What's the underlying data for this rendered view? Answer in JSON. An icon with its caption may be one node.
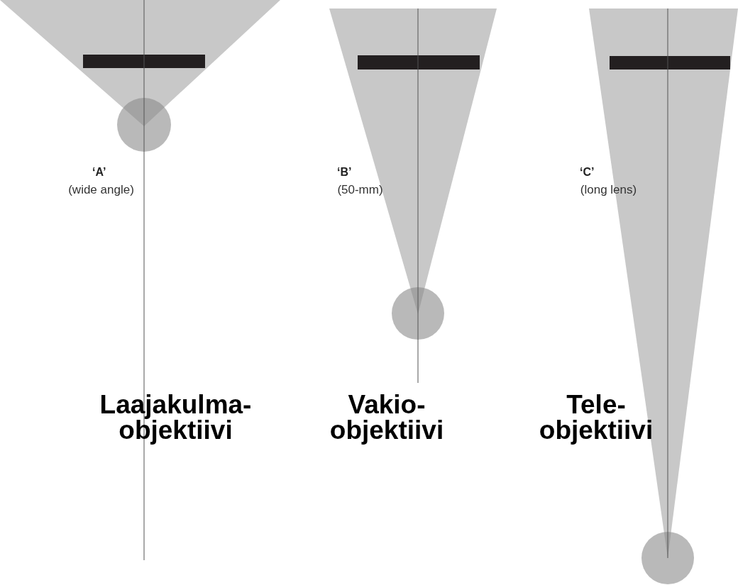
{
  "diagram": {
    "labels": [
      "‘A’",
      "(wide angle)",
      "‘B’",
      "(50-mm)",
      "‘C’",
      "(long lens)",
      "Laajakulma- objektiivi",
      "Vakio- objektiivi",
      "Tele- objektiivi"
    ]
  }
}
